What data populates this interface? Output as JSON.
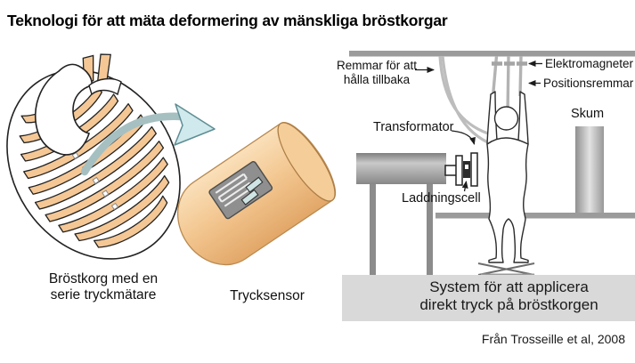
{
  "title": "Teknologi för att mäta deformering av mänskliga bröstkorgar",
  "left_panel": {
    "ribcage_caption_line1": "Bröstkorg med en",
    "ribcage_caption_line2": "serie tryckmätare",
    "sensor_caption": "Trycksensor"
  },
  "right_panel": {
    "labels": {
      "restraint_straps_line1": "Remmar för att",
      "restraint_straps_line2": "hålla tillbaka",
      "electromagnets": "Elektromagneter",
      "position_straps": "Positionsremmar",
      "foam": "Skum",
      "transformer": "Transformator",
      "load_cell": "Laddningscell"
    },
    "caption_line1": "System för att applicera",
    "caption_line2": "direkt tryck på bröstkorgen"
  },
  "credit": "Från Trosseille et al, 2008",
  "colors": {
    "rib_fill": "#f4c795",
    "sensor_body": "#f3c791",
    "transfer_arrow_head": "#cfe9ec",
    "transfer_arrow_tail": "#a6c0c1",
    "apparatus_gray": "#9b9b9b",
    "strap_gray": "#b3b3b3",
    "caption_box": "#d9d9d9",
    "outline": "#222222"
  }
}
